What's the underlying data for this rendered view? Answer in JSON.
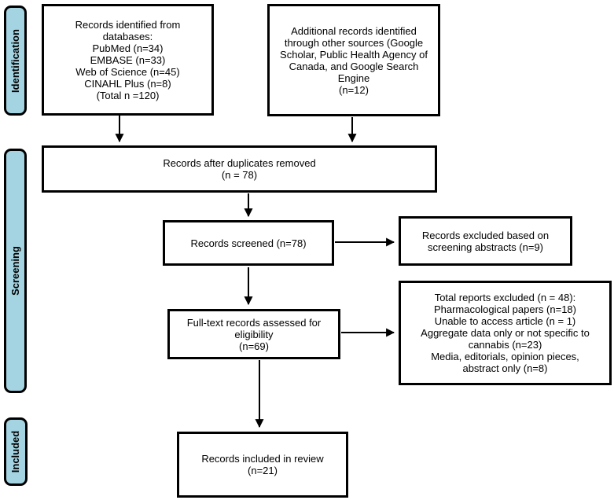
{
  "stages": [
    {
      "id": "identification",
      "label": "Identification"
    },
    {
      "id": "screening",
      "label": "Screening"
    },
    {
      "id": "included",
      "label": "Included"
    }
  ],
  "boxes": {
    "identified_databases": "Records identified from\ndatabases:\nPubMed (n=34)\nEMBASE (n=33)\nWeb of Science (n=45)\nCINAHL Plus (n=8)\n(Total n =120)",
    "identified_other_sources": "Additional records identified\nthrough other sources (Google\nScholar, Public Health Agency of\nCanada, and Google Search\nEngine\n(n=12)",
    "after_duplicates": "Records after duplicates removed\n(n = 78)",
    "screened": "Records screened (n=78)",
    "excluded_screening": "Records excluded based on\nscreening abstracts (n=9)",
    "fulltext_assessed": "Full-text records assessed for\neligibility\n(n=69)",
    "excluded_fulltext": "Total reports excluded (n = 48):\nPharmacological papers (n=18)\nUnable to access article (n = 1)\nAggregate data only or not specific to\ncannabis (n=23)\nMedia, editorials, opinion pieces,\nabstract only (n=8)",
    "included_review": "Records included in review\n(n=21)"
  },
  "counts": {
    "pubmed": 34,
    "embase": 33,
    "web_of_science": 45,
    "cinahl_plus": 8,
    "databases_total": 120,
    "other_sources": 12,
    "after_duplicates": 78,
    "screened": 78,
    "excluded_screening": 9,
    "fulltext_assessed": 69,
    "excluded_fulltext_total": 48,
    "excluded_pharmacological": 18,
    "excluded_unable_access": 1,
    "excluded_aggregate_or_not_specific": 23,
    "excluded_media_editorials": 8,
    "included_review": 21
  },
  "colors": {
    "stage_fill": "#a4d4e2",
    "border": "#000000",
    "box_fill": "#ffffff",
    "background": "#ffffff"
  }
}
